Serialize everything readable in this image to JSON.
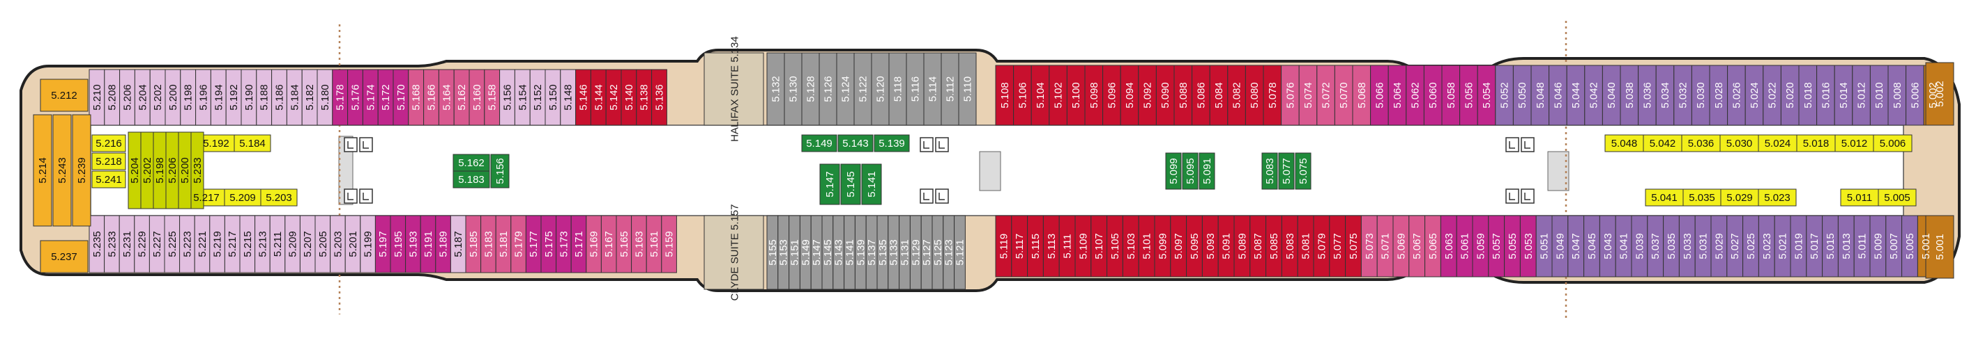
{
  "colors": {
    "hull": "#222222",
    "deck_wood": "#e9d2b4",
    "corridor": "#ffffff",
    "grey": "#9a9a9a",
    "lilac": "#e2bfe0",
    "pink": "#d9588f",
    "magenta": "#c0268c",
    "red": "#c8102e",
    "purple": "#8e6bb0",
    "yellow": "#f2ef1a",
    "lime": "#c8d400",
    "green": "#1f8a3a",
    "orange": "#f4b028",
    "bronze": "#c27a1b",
    "suite": "#d8ccb4",
    "dotted": "#b5835a"
  },
  "suites": [
    {
      "name": "HALIFAX",
      "word": "SUITE",
      "number": "5.134"
    },
    {
      "name": "CLYDE",
      "word": "SUITE",
      "number": "5.157"
    }
  ],
  "cabins": {
    "aft_top": [
      "5.212",
      "5.210",
      "5.208",
      "5.206",
      "5.204",
      "5.202",
      "5.200",
      "5.198",
      "5.196",
      "5.194",
      "5.192",
      "5.190",
      "5.188",
      "5.186",
      "5.184",
      "5.182",
      "5.180",
      "5.178",
      "5.176",
      "5.174",
      "5.172",
      "5.170",
      "5.168",
      "5.166",
      "5.164",
      "5.162",
      "5.160",
      "5.158",
      "5.156",
      "5.154",
      "5.152",
      "5.150",
      "5.148",
      "5.146",
      "5.144",
      "5.142",
      "5.140",
      "5.138",
      "5.136"
    ],
    "aft_bottom": [
      "5.237",
      "5.235",
      "5.233",
      "5.231",
      "5.229",
      "5.227",
      "5.225",
      "5.223",
      "5.221",
      "5.219",
      "5.217",
      "5.215",
      "5.213",
      "5.211",
      "5.209",
      "5.207",
      "5.205",
      "5.203",
      "5.201",
      "5.199",
      "5.197",
      "5.195",
      "5.193",
      "5.191",
      "5.189",
      "5.187",
      "5.185",
      "5.183",
      "5.181",
      "5.179",
      "5.177",
      "5.175",
      "5.173",
      "5.171",
      "5.169",
      "5.167",
      "5.165",
      "5.163",
      "5.161",
      "5.159"
    ],
    "aft_end": [
      "5.214",
      "5.243",
      "5.239"
    ],
    "mid_top": [
      "5.132",
      "5.130",
      "5.128",
      "5.126",
      "5.124",
      "5.122",
      "5.120",
      "5.118",
      "5.116",
      "5.114",
      "5.112",
      "5.110"
    ],
    "mid_bottom": [
      "5.155",
      "5.153",
      "5.151",
      "5.149",
      "5.147",
      "5.145",
      "5.143",
      "5.141",
      "5.139",
      "5.137",
      "5.135",
      "5.133",
      "5.131",
      "5.129",
      "5.127",
      "5.125",
      "5.123",
      "5.121"
    ],
    "fwd_top": [
      "5.108",
      "5.106",
      "5.104",
      "5.102",
      "5.100",
      "5.098",
      "5.096",
      "5.094",
      "5.092",
      "5.090",
      "5.088",
      "5.086",
      "5.084",
      "5.082",
      "5.080",
      "5.078",
      "5.076",
      "5.074",
      "5.072",
      "5.070",
      "5.068",
      "5.066",
      "5.064",
      "5.062",
      "5.060",
      "5.058",
      "5.056",
      "5.054",
      "5.052",
      "5.050",
      "5.048",
      "5.046",
      "5.044",
      "5.042",
      "5.040",
      "5.038",
      "5.036",
      "5.034",
      "5.032",
      "5.030",
      "5.028",
      "5.026",
      "5.024",
      "5.022",
      "5.020",
      "5.018",
      "5.016",
      "5.014",
      "5.012",
      "5.010",
      "5.008",
      "5.006",
      "5.002"
    ],
    "fwd_bottom": [
      "5.119",
      "5.117",
      "5.115",
      "5.113",
      "5.111",
      "5.109",
      "5.107",
      "5.105",
      "5.103",
      "5.101",
      "5.099",
      "5.097",
      "5.095",
      "5.093",
      "5.091",
      "5.089",
      "5.087",
      "5.085",
      "5.083",
      "5.081",
      "5.079",
      "5.077",
      "5.075",
      "5.073",
      "5.071",
      "5.069",
      "5.067",
      "5.065",
      "5.063",
      "5.061",
      "5.059",
      "5.057",
      "5.055",
      "5.053",
      "5.051",
      "5.049",
      "5.047",
      "5.045",
      "5.043",
      "5.041",
      "5.039",
      "5.037",
      "5.035",
      "5.033",
      "5.031",
      "5.029",
      "5.027",
      "5.025",
      "5.023",
      "5.021",
      "5.019",
      "5.017",
      "5.015",
      "5.013",
      "5.011",
      "5.009",
      "5.007",
      "5.005",
      "5.001"
    ]
  },
  "legend_yellow_rows": {
    "aft_row1": [
      "5.216",
      "5.192",
      "5.184"
    ],
    "aft_row2": [
      "5.218"
    ],
    "aft_row3": [
      "5.241",
      "5.217",
      "5.209",
      "5.203"
    ],
    "fwd_row1": [
      "5.048",
      "5.042",
      "5.036",
      "5.030",
      "5.024",
      "5.018",
      "5.012",
      "5.006"
    ],
    "fwd_row2": [
      "5.041",
      "5.035",
      "5.029",
      "5.023",
      "5.011",
      "5.005"
    ]
  },
  "aft_lime": [
    "5.204",
    "5.202",
    "5.198",
    "5.206",
    "5.200",
    "5.233"
  ],
  "inner_green": {
    "left": [
      "5.162",
      "5.183",
      "5.156"
    ],
    "mid": [
      "5.149",
      "5.143",
      "5.139",
      "5.147",
      "5.145",
      "5.141"
    ],
    "right": [
      "5.099",
      "5.095",
      "5.091",
      "5.083",
      "5.077",
      "5.075"
    ]
  }
}
